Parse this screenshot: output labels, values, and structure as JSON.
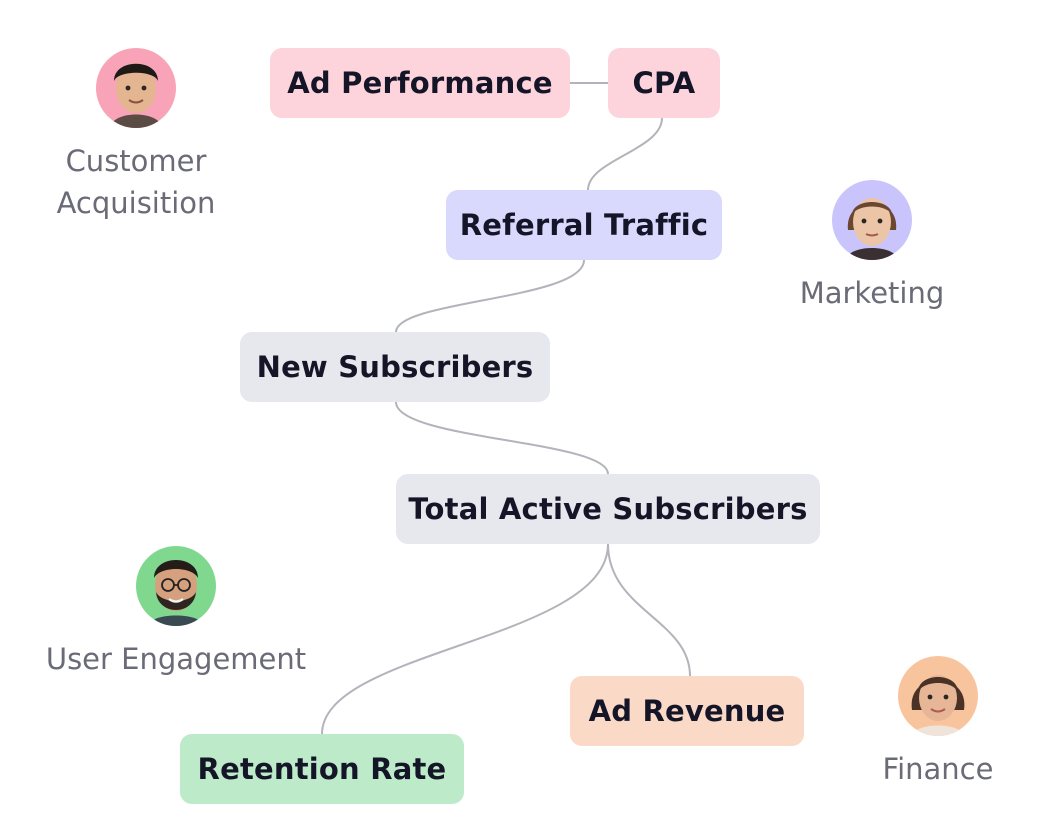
{
  "nodes": {
    "ad_performance": {
      "label": "Ad Performance",
      "color": "#fdd4db"
    },
    "cpa": {
      "label": "CPA",
      "color": "#fdd4db"
    },
    "referral_traffic": {
      "label": "Referral Traffic",
      "color": "#d9d9fd"
    },
    "new_subscribers": {
      "label": "New Subscribers",
      "color": "#e7e7ee"
    },
    "total_active_subscribers": {
      "label": "Total Active Subscribers",
      "color": "#e7e7ee"
    },
    "retention_rate": {
      "label": "Retention Rate",
      "color": "#bdebc9"
    },
    "ad_revenue": {
      "label": "Ad Revenue",
      "color": "#fbd9c7"
    }
  },
  "personas": {
    "customer_acquisition": {
      "label": "Customer Acquisition",
      "avatar_color": "#f8a3b8"
    },
    "marketing": {
      "label": "Marketing",
      "avatar_color": "#c9c4fb"
    },
    "user_engagement": {
      "label": "User Engagement",
      "avatar_color": "#7fd88e"
    },
    "finance": {
      "label": "Finance",
      "avatar_color": "#f8c49e"
    }
  },
  "connector_color": "#b3b3bb"
}
